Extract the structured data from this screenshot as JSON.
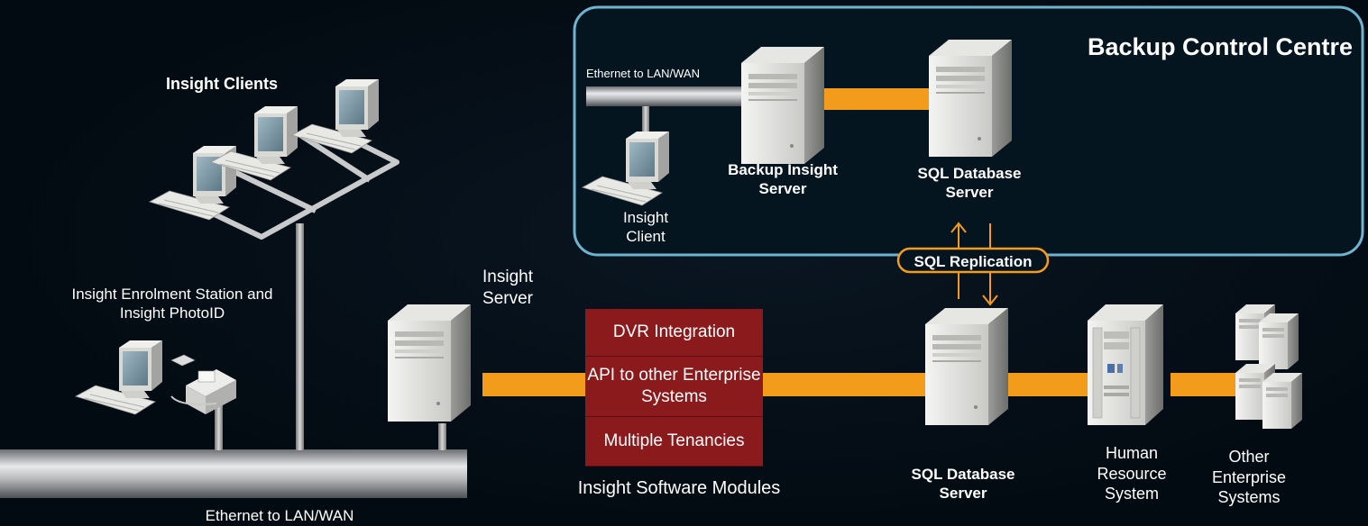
{
  "backup_area": {
    "title": "Backup Control Centre",
    "ethernet_label": "Ethernet to LAN/WAN",
    "client_label": "Insight Client",
    "server_label": "Backup Insight Server",
    "db_label": "SQL Database Server"
  },
  "replication_label": "SQL Replication",
  "clients_label": "Insight Clients",
  "enrolment_label": "Insight Enrolment Station and Insight PhotoID",
  "insight_server_label": "Insight Server",
  "modules": {
    "items": [
      "DVR Integration",
      "API to other Enterprise Systems",
      "Multiple Tenancies"
    ],
    "caption": "Insight Software Modules"
  },
  "sql_server_label": "SQL Database Server",
  "hr_label": "Human Resource System",
  "other_label": "Other Enterprise Systems",
  "ethernet_main_label": "Ethernet to LAN/WAN",
  "colors": {
    "link": "#f39c1b",
    "module_box": "#8b1a1c",
    "backup_border": "#6fb4cf",
    "replication": "#f39c1b"
  }
}
